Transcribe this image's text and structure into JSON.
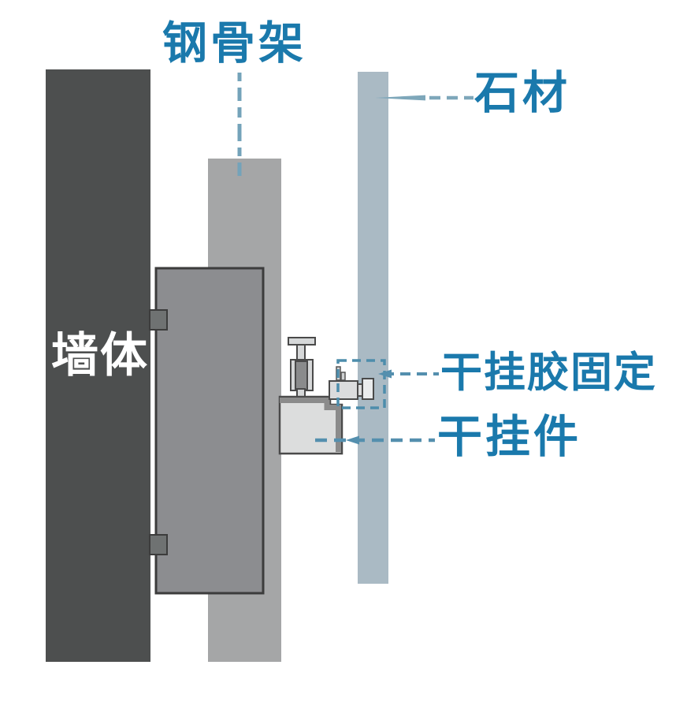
{
  "labels": {
    "wall": "墙体",
    "steel_frame": "钢骨架",
    "stone": "石材",
    "adhesive_fixing": "干挂胶固定",
    "hanger": "干挂件"
  },
  "colors": {
    "background": "#ffffff",
    "label_blue": "#1a79ac",
    "wall_label_white": "#ffffff",
    "wall_gray": "#4d4f4f",
    "embed_block_gray": "#8c8d90",
    "embed_block_border": "#3c3c3c",
    "anchor_gray": "#6f7272",
    "steel_frame_gray": "#a5a6a7",
    "stone_blue_gray": "#aabac4",
    "hardware_light_gray": "#dcdddd",
    "hardware_edge_gray": "#8b8b8b",
    "hardware_border": "#4a4a4a",
    "bolt_core_gray": "#8a8b8c",
    "leader_blue": "#548fae",
    "leader_taper_blue": "#7ea7ba",
    "dashed_box_blue": "#4d8dac",
    "frame_leader_blue": "#74a3ba"
  }
}
